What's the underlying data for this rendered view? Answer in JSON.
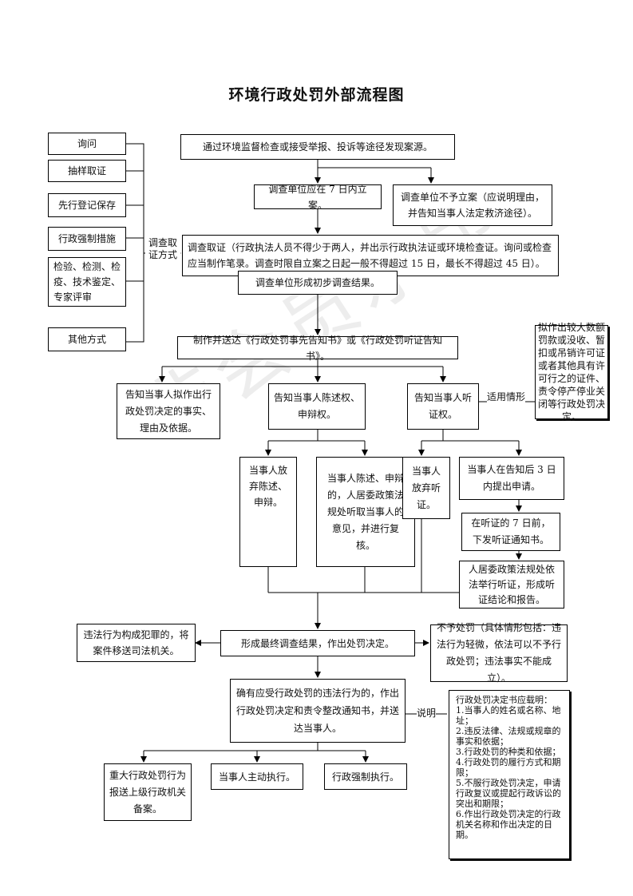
{
  "title": "环境行政处罚外部流程图",
  "watermark": "非会员水印",
  "methods": [
    "询问",
    "抽样取证",
    "先行登记保存",
    "行政强制措施",
    "检验、检测、检疫、技术鉴定、专家评审",
    "其他方式"
  ],
  "methods_label": "调查取证方式",
  "step_discover": "通过环境监督检查或接受举报、投诉等途径发现案源。",
  "step_file_case": "调查单位应在 7 日内立案。",
  "step_no_case": "调查单位不予立案（应说明理由，并告知当事人法定救济途径）。",
  "step_investigate": "调查取证（行政执法人员不得少于两人，并出示行政执法证或环境检查证。询问或检查应当制作笔录。调查时限自立案之日起一般不得超过 15 日，最长不得超过 45 日）。",
  "step_preliminary": "调查单位形成初步调查结果。",
  "step_notice": "制作并送达《行政处罚事先告知书》或《行政处罚听证告知书》。",
  "step_inform_facts": "告知当事人拟作出行政处罚决定的事实、理由及依据。",
  "step_inform_defense": "告知当事人陈述权、申辩权。",
  "step_inform_hearing": "告知当事人听证权。",
  "hearing_scope_label": "适用情形",
  "hearing_scope": "拟作出较大数额罚款或没收、暂扣或吊销许可证或者其他具有许可行之的证件、责令停产停业关闭等行政处罚决定。",
  "waive_defense": "当事人放弃陈述、申辩。",
  "make_defense": "当事人陈述、申辩的，人居委政策法规处听取当事人的意见，并进行复核。",
  "waive_hearing": "当事人放弃听证。",
  "apply_hearing": "当事人在告知后 3 日内提出申请。",
  "hearing_notice": "在听证的 7 日前，下发听证通知书。",
  "hold_hearing": "人居委政策法规处依法举行听证，形成听证结论和报告。",
  "final_result": "形成最终调查结果，作出处罚决定。",
  "transfer_judicial": "违法行为构成犯罪的，将案件移送司法机关。",
  "no_penalty": "不予处罚（具体情形包括：违法行为轻微，依法可以不予行政处罚；违法事实不能成立）。",
  "issue_decision": "确有应受行政处罚的违法行为的，作出行政处罚决定和责令整改通知书，并送达当事人。",
  "explain_label": "说明",
  "decision_contents": [
    "行政处罚决定书应载明：",
    "1.当事人的姓名或名称、地址；",
    "2.违反法律、法规或规章的事实和依据；",
    "3.行政处罚的种类和依据；",
    "4.行政处罚的履行方式和期限；",
    "5.不服行政处罚决定，申请行政复议或提起行政诉讼的突出和期限；",
    "6.作出行政处罚决定的行政机关名称和作出决定的日期。"
  ],
  "report_major": "重大行政处罚行为报送上级行政机关备案。",
  "voluntary_exec": "当事人主动执行。",
  "forced_exec": "行政强制执行。"
}
